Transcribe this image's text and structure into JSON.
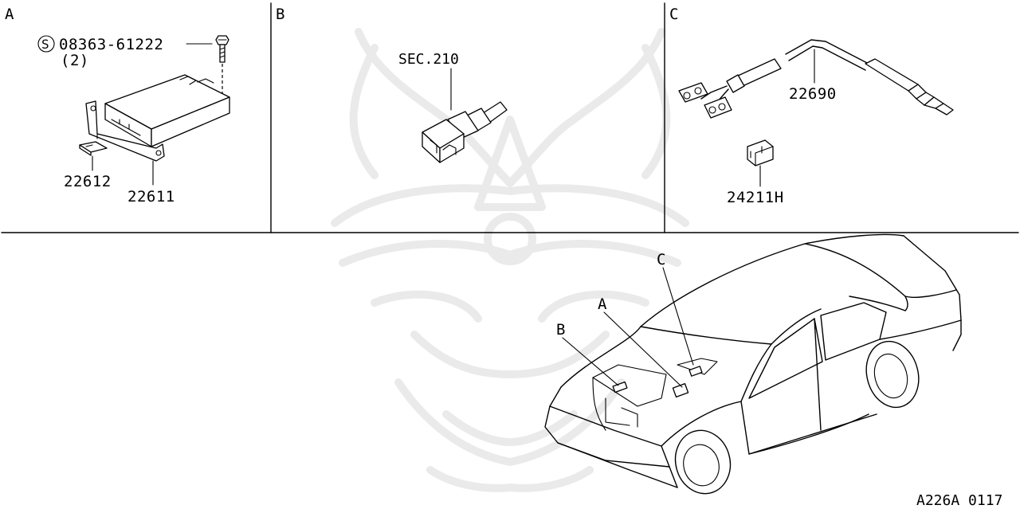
{
  "sections": {
    "a": {
      "letter": "A",
      "bolt_number": "08363-61222",
      "bolt_qty": "(2)",
      "bolt_mark": "S",
      "part_a": "22612",
      "part_b": "22611"
    },
    "b": {
      "letter": "B",
      "ref": "SEC.210"
    },
    "c": {
      "letter": "C",
      "sensor": "22690",
      "connector": "24211H"
    }
  },
  "car_callouts": {
    "a": "A",
    "b": "B",
    "c": "C"
  },
  "diagram_code": "A226A 0117"
}
